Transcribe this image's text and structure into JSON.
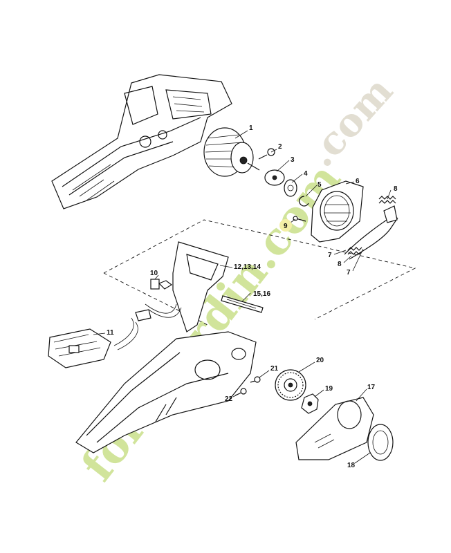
{
  "callouts": {
    "c1": "1",
    "c2": "2",
    "c3": "3",
    "c4": "4",
    "c5": "5",
    "c6": "6",
    "c7a": "7",
    "c7b": "7",
    "c8a": "8",
    "c8b": "8",
    "c9": "9",
    "c10": "10",
    "c11": "11",
    "c12": "12,13,14",
    "c15": "15,16",
    "c17": "17",
    "c18": "18",
    "c19": "19",
    "c20": "20",
    "c21": "21",
    "c22": "22"
  },
  "watermark": {
    "text": "forêtjardin.com",
    "color_main": "#c9e08a",
    "color_accent": "#f3b44a",
    "color_com": "#d9d3c4"
  },
  "highlight_color": "#f4f0a6"
}
